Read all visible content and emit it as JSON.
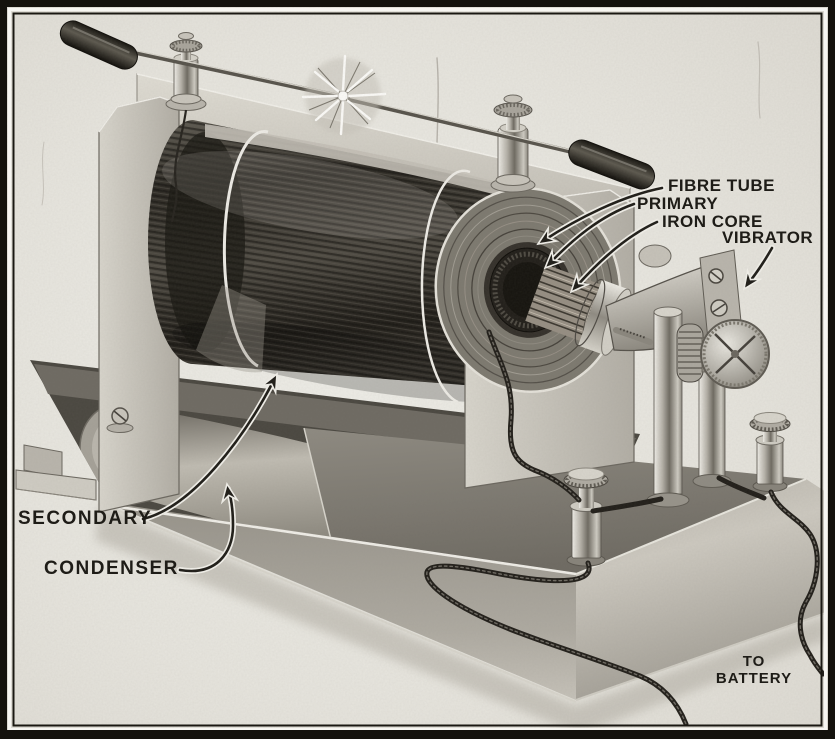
{
  "figure": {
    "palette": {
      "paper": "#e8e6df",
      "ink": "#1e1c17",
      "frame": "#14120d"
    },
    "labels": {
      "fibre_tube": "FIBRE TUBE",
      "primary": "PRIMARY",
      "iron_core": "IRON CORE",
      "vibrator": "VIBRATOR",
      "secondary": "SECONDARY",
      "condenser": "CONDENSER",
      "to_battery": {
        "line1": "TO",
        "line2": "BATTERY"
      }
    }
  }
}
